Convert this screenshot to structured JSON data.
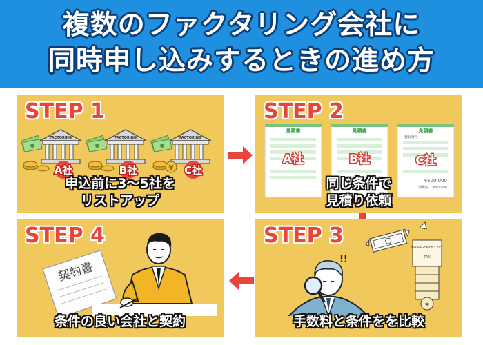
{
  "header": {
    "title_line1": "複数のファクタリング会社に",
    "title_line2": "同時申し込みするときの進め方",
    "background": "#1f8fe0"
  },
  "colors": {
    "panel_bg": "#f0c85c",
    "step_red": "#e8453d",
    "arrow_red": "#e8453d"
  },
  "steps": [
    {
      "label": "STEP 1",
      "caption_line1": "申込前に3～5社を",
      "caption_line2": "リストアップ",
      "bank_sign": "FACTORING",
      "companies": [
        "A社",
        "B社",
        "C社"
      ],
      "currency_symbol": "¥",
      "icons": [
        "bank-building-icon",
        "money-bills-icon",
        "coins-icon"
      ]
    },
    {
      "label": "STEP 2",
      "caption_line1": "同じ条件で",
      "caption_line2": "見積り依頼",
      "document_title": "見積書",
      "document_labels": [
        "A社",
        "B社",
        "C社"
      ],
      "document_small_text": "登録番号",
      "document_amount": "¥500,000",
      "document_tax": "消費税",
      "document_tax_amount": "¥50,000",
      "icons": [
        "estimate-document-icon"
      ]
    },
    {
      "label": "STEP 3",
      "caption": "手数料と条件をを比較",
      "exclamation": "!!",
      "stack_label": "MANAGEMENT FEE",
      "stack_sub_label": "TAX",
      "currency_symbol": "¥",
      "icons": [
        "businessman-magnifier-icon",
        "flying-banknote-icon",
        "money-stack-icon"
      ]
    },
    {
      "label": "STEP 4",
      "caption": "条件の良い会社と契約",
      "contract_title": "契約書",
      "icons": [
        "businessman-signing-icon",
        "contract-document-icon"
      ]
    }
  ],
  "arrows": [
    "arrow-right",
    "arrow-down",
    "arrow-left"
  ]
}
